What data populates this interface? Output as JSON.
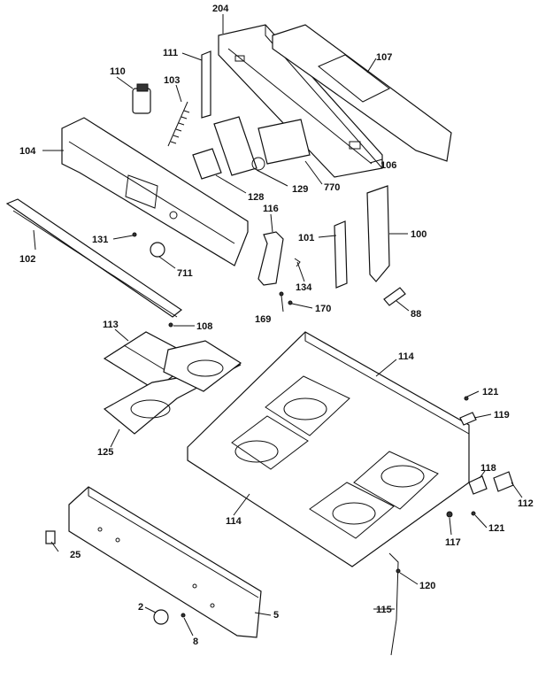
{
  "parts": {
    "p204": "204",
    "p111": "111",
    "p107": "107",
    "p110": "110",
    "p103": "103",
    "p104": "104",
    "p106": "106",
    "p128": "128",
    "p129": "129",
    "p770": "770",
    "p116": "116",
    "p101": "101",
    "p100": "100",
    "p131": "131",
    "p102": "102",
    "p711": "711",
    "p134": "134",
    "p169": "169",
    "p170": "170",
    "p88": "88",
    "p113": "113",
    "p108": "108",
    "p114a": "114",
    "p121a": "121",
    "p119": "119",
    "p125": "125",
    "p118": "118",
    "p114b": "114",
    "p112": "112",
    "p117": "117",
    "p121b": "121",
    "p25": "25",
    "p120": "120",
    "p5": "5",
    "p2": "2",
    "p115": "115",
    "p8": "8"
  }
}
